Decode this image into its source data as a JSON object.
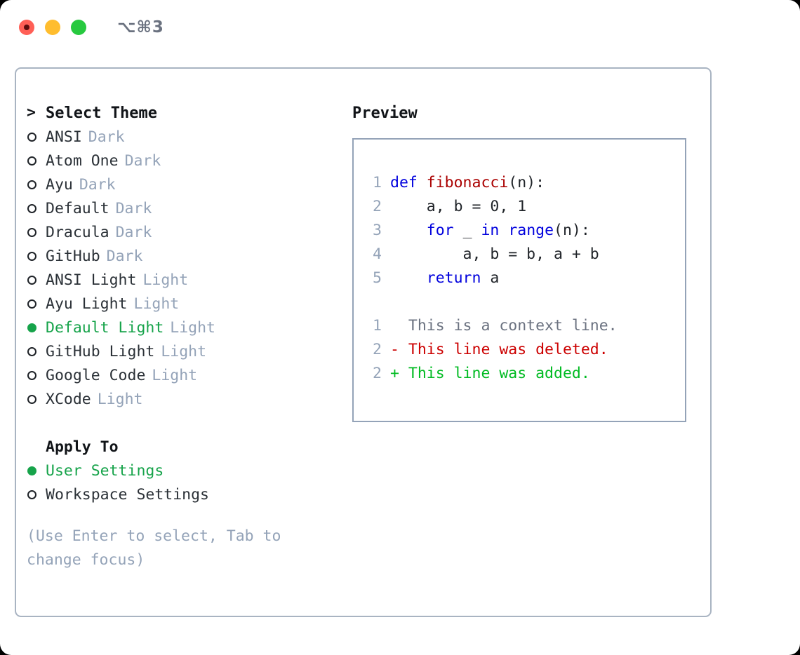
{
  "titlebar": {
    "shortcut": "⌥⌘3",
    "lights": [
      {
        "name": "close",
        "color": "#ff5f56"
      },
      {
        "name": "minimize",
        "color": "#ffbd2e"
      },
      {
        "name": "maximize",
        "color": "#27c93f"
      }
    ]
  },
  "theme_picker": {
    "header_marker": ">",
    "header_label": "Select Theme",
    "items": [
      {
        "marker": "hollow",
        "label": "ANSI",
        "tag": "Dark",
        "selected": false
      },
      {
        "marker": "hollow",
        "label": "Atom One",
        "tag": "Dark",
        "selected": false
      },
      {
        "marker": "hollow",
        "label": "Ayu",
        "tag": "Dark",
        "selected": false
      },
      {
        "marker": "hollow",
        "label": "Default",
        "tag": "Dark",
        "selected": false
      },
      {
        "marker": "hollow",
        "label": "Dracula",
        "tag": "Dark",
        "selected": false
      },
      {
        "marker": "hollow",
        "label": "GitHub",
        "tag": "Dark",
        "selected": false
      },
      {
        "marker": "hollow",
        "label": "ANSI Light",
        "tag": "Light",
        "selected": false
      },
      {
        "marker": "hollow",
        "label": "Ayu Light",
        "tag": "Light",
        "selected": false
      },
      {
        "marker": "filled",
        "label": "Default Light",
        "tag": "Light",
        "selected": true
      },
      {
        "marker": "hollow",
        "label": "GitHub Light",
        "tag": "Light",
        "selected": false
      },
      {
        "marker": "hollow",
        "label": "Google Code",
        "tag": "Light",
        "selected": false
      },
      {
        "marker": "hollow",
        "label": "XCode",
        "tag": "Light",
        "selected": false
      }
    ]
  },
  "apply_to": {
    "header_label": "Apply To",
    "items": [
      {
        "marker": "filled",
        "label": "User Settings",
        "selected": true
      },
      {
        "marker": "hollow",
        "label": "Workspace Settings",
        "selected": false
      }
    ]
  },
  "hint": "(Use Enter to select, Tab to change focus)",
  "preview": {
    "title": "Preview",
    "code_lines": [
      {
        "lineno": "1",
        "tokens": [
          {
            "text": "def ",
            "kind": "kw"
          },
          {
            "text": "fibonacci",
            "kind": "fn"
          },
          {
            "text": "(n):",
            "kind": "txt"
          }
        ]
      },
      {
        "lineno": "2",
        "tokens": [
          {
            "text": "    a, b = 0, 1",
            "kind": "txt"
          }
        ]
      },
      {
        "lineno": "3",
        "tokens": [
          {
            "text": "    ",
            "kind": "txt"
          },
          {
            "text": "for",
            "kind": "kw"
          },
          {
            "text": " _ ",
            "kind": "txt"
          },
          {
            "text": "in",
            "kind": "kw"
          },
          {
            "text": " ",
            "kind": "txt"
          },
          {
            "text": "range",
            "kind": "kw"
          },
          {
            "text": "(n):",
            "kind": "txt"
          }
        ]
      },
      {
        "lineno": "4",
        "tokens": [
          {
            "text": "        a, b = b, a + b",
            "kind": "txt"
          }
        ]
      },
      {
        "lineno": "5",
        "tokens": [
          {
            "text": "    ",
            "kind": "txt"
          },
          {
            "text": "return",
            "kind": "kw"
          },
          {
            "text": " a",
            "kind": "txt"
          }
        ]
      }
    ],
    "diff_lines": [
      {
        "lineno": "1",
        "sign": "  ",
        "text": "This is a context line.",
        "kind": "ctx"
      },
      {
        "lineno": "2",
        "sign": "- ",
        "text": "This line was deleted.",
        "kind": "del"
      },
      {
        "lineno": "2",
        "sign": "+ ",
        "text": "This line was added.",
        "kind": "add"
      }
    ]
  },
  "colors": {
    "accent_green": "#16a34a",
    "muted": "#94a3b8",
    "keyword_blue": "#0000dd",
    "function_red": "#aa0000",
    "diff_delete": "#cc0000",
    "diff_add": "#00bb22",
    "border": "#a9b4c2"
  }
}
